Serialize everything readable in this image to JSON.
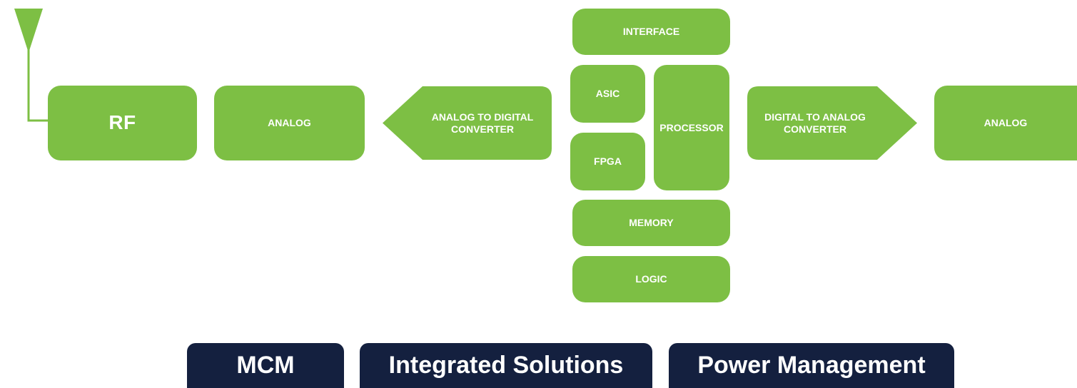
{
  "diagram": {
    "blocks": {
      "rf": "RF",
      "analog_left": "ANALOG",
      "adc": "ANALOG TO DIGITAL\nCONVERTER",
      "interface": "INTERFACE",
      "asic": "ASIC",
      "fpga": "FPGA",
      "processor": "PROCESSOR",
      "memory": "MEMORY",
      "logic": "LOGIC",
      "dac": "DIGITAL TO ANALOG\nCONVERTER",
      "analog_right": "ANALOG"
    },
    "colors": {
      "block_green": "#7dbf44",
      "pill_navy": "#14203f",
      "text_white": "#ffffff"
    }
  },
  "categories": [
    "MCM",
    "Integrated Solutions",
    "Power Management"
  ]
}
